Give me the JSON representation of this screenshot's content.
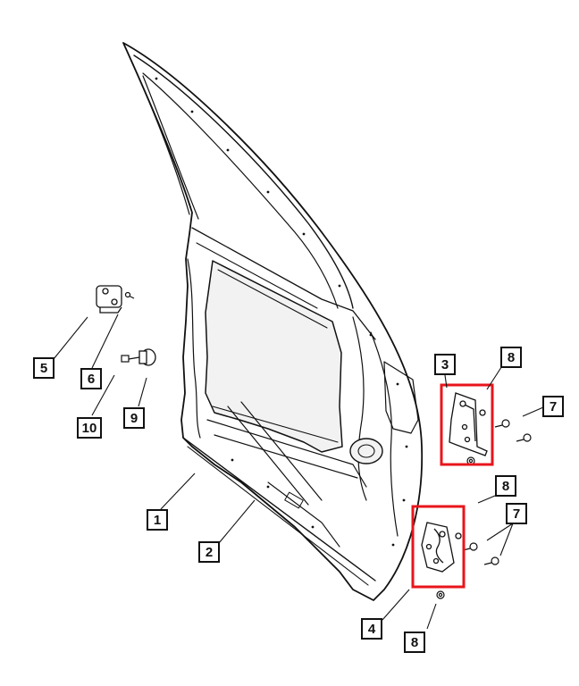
{
  "colors": {
    "line": "#111111",
    "highlight": "#e8151b",
    "fill": "#ffffff",
    "shade": "#f2f2f2"
  },
  "callouts": {
    "c1": "1",
    "c2": "2",
    "c3": "3",
    "c4": "4",
    "c5": "5",
    "c6": "6",
    "c7a": "7",
    "c7b": "7",
    "c8a": "8",
    "c8b": "8",
    "c8c": "8",
    "c9": "9",
    "c10": "10"
  }
}
